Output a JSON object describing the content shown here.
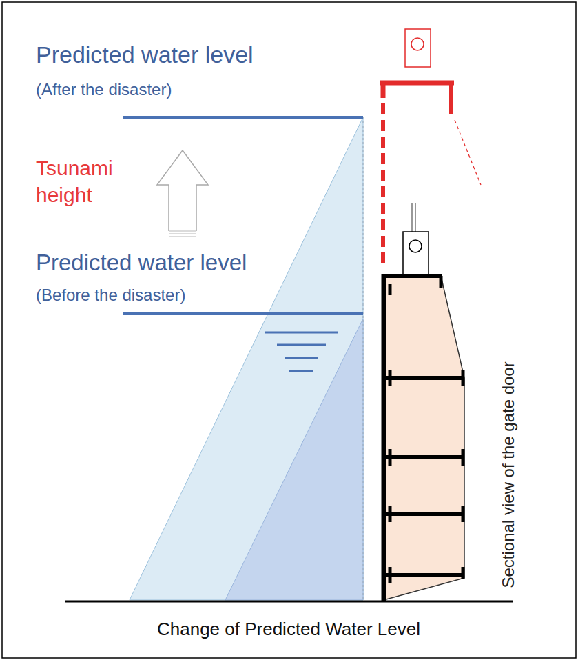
{
  "diagram": {
    "caption": "Change of Predicted Water Level",
    "labels": [
      "Predicted water level",
      "(After the disaster)",
      "Tsunami height",
      "Predicted water level",
      "(Before the disaster)",
      "Sectional view of the gate door"
    ]
  }
}
